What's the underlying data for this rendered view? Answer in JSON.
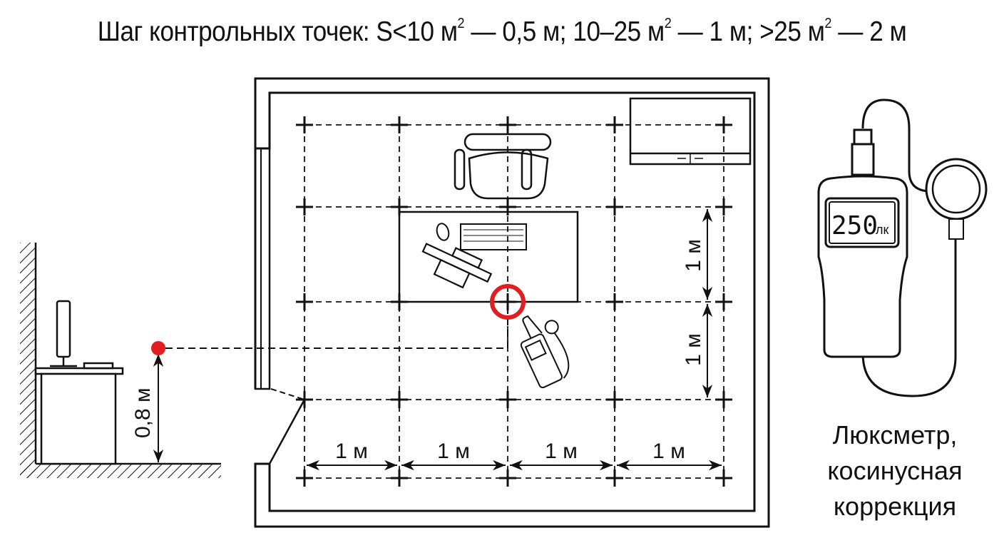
{
  "title": {
    "parts": [
      "Шаг контрольных точек: S<10 м",
      " — 0,5 м; 10–25 м",
      " — 1 м; >25 м",
      " — 2 м"
    ],
    "sup": "2"
  },
  "side_view": {
    "height_label": "0,8 м",
    "point_color": "#e02020"
  },
  "plan": {
    "spacing_labels": [
      "1 м",
      "1 м",
      "1 м",
      "1 м"
    ],
    "vertical_labels": [
      "1 м",
      "1 м"
    ],
    "highlight_color": "#e02020"
  },
  "meter": {
    "display_value": "250",
    "display_unit": "лк"
  },
  "caption": [
    "Люксметр,",
    "косинусная",
    "коррекция"
  ]
}
